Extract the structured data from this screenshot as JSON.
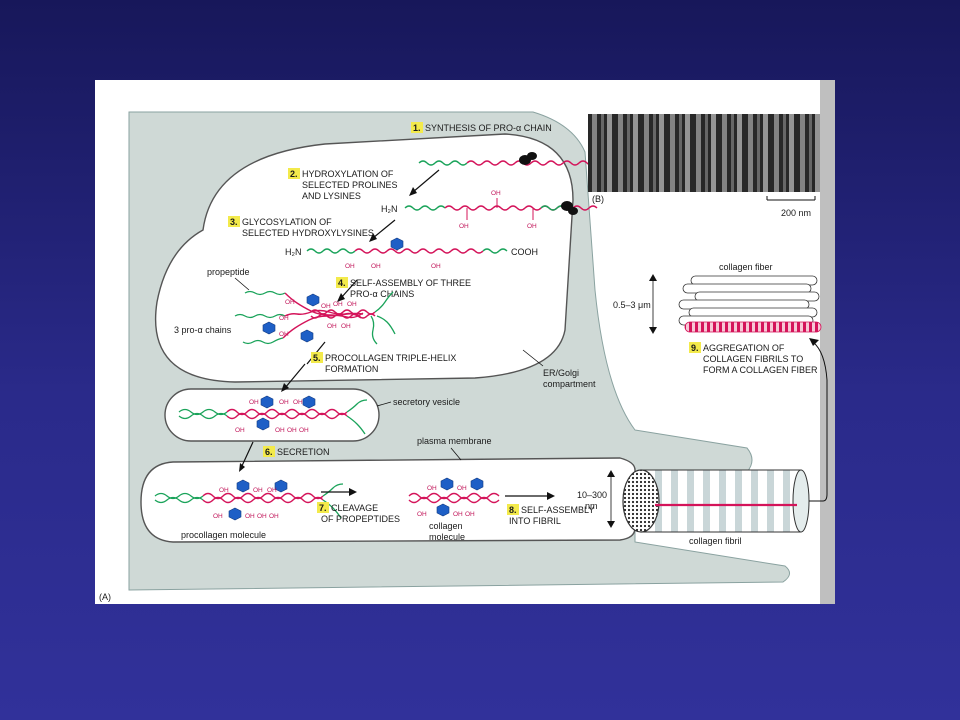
{
  "steps": {
    "s1": {
      "num": "1.",
      "text": "SYNTHESIS OF PRO-α CHAIN"
    },
    "s2": {
      "num": "2.",
      "line1": "HYDROXYLATION OF",
      "line2": "SELECTED PROLINES",
      "line3": "AND LYSINES"
    },
    "s3": {
      "num": "3.",
      "line1": "GLYCOSYLATION OF",
      "line2": "SELECTED HYDROXYLYSINES"
    },
    "s4": {
      "num": "4.",
      "line1": "SELF-ASSEMBLY OF THREE",
      "line2": "PRO-α CHAINS"
    },
    "s5": {
      "num": "5.",
      "line1": "PROCOLLAGEN TRIPLE-HELIX",
      "line2": "FORMATION"
    },
    "s6": {
      "num": "6.",
      "text": "SECRETION"
    },
    "s7": {
      "num": "7.",
      "line1": "CLEAVAGE",
      "line2": "OF PROPEPTIDES"
    },
    "s8": {
      "num": "8.",
      "line1": "SELF-ASSEMBLY",
      "line2": "INTO FIBRIL"
    },
    "s9": {
      "num": "9.",
      "line1": "AGGREGATION OF",
      "line2": "COLLAGEN FIBRILS TO",
      "line3": "FORM A COLLAGEN FIBER"
    }
  },
  "labels": {
    "h2n": "H₂N",
    "h2n2": "H₂N",
    "cooh": "COOH",
    "oh": "OH",
    "propeptide": "propeptide",
    "pro_alpha_chains": "3 pro-α chains",
    "secretory_vesicle": "secretory vesicle",
    "er_golgi_line1": "ER/Golgi",
    "er_golgi_line2": "compartment",
    "plasma_membrane": "plasma membrane",
    "procollagen_molecule": "procollagen molecule",
    "collagen_molecule_line1": "collagen",
    "collagen_molecule_line2": "molecule",
    "fibril_size_line1": "10–300",
    "fibril_size_line2": "nm",
    "collagen_fibril": "collagen fibril",
    "collagen_fiber": "collagen fiber",
    "fiber_size": "0.5–3 μm",
    "panel_b": "(B)",
    "scale_bar": "200 nm",
    "panel_a": "(A)"
  },
  "colors": {
    "cytoplasm": "#cfd9d6",
    "green_chain": "#1aa35a",
    "red_chain": "#d4145a",
    "sugar": "#1e5fc6",
    "step_highlight": "#f3ea4b"
  }
}
